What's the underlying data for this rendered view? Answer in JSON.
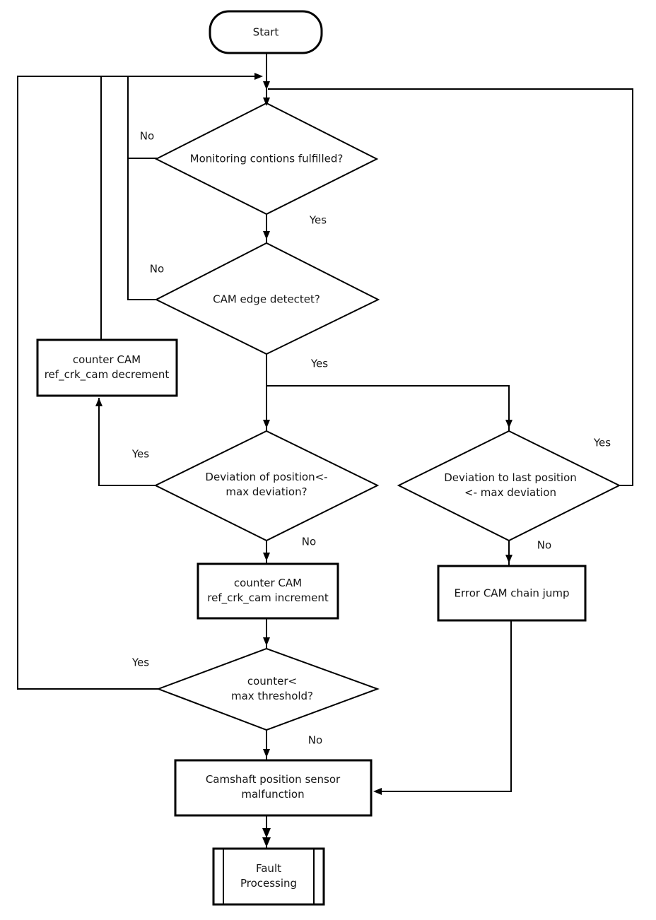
{
  "colors": {
    "line": "#000000",
    "background": "#ffffff"
  },
  "flowchart": {
    "start": {
      "label": "Start"
    },
    "monitoring": {
      "label": "Monitoring contions fulfilled?",
      "no": "No",
      "yes": "Yes"
    },
    "cam_edge": {
      "label": "CAM edge detectet?",
      "no": "No",
      "yes": "Yes"
    },
    "decrement": {
      "line1": "counter CAM",
      "line2": "ref_crk_cam decrement"
    },
    "deviation_pos": {
      "line1": "Deviation of position<-",
      "line2": "max deviation?",
      "yes": "Yes",
      "no": "No"
    },
    "deviation_last": {
      "line1": "Deviation to last position",
      "line2": "<- max deviation",
      "yes": "Yes",
      "no": "No"
    },
    "increment": {
      "line1": "counter CAM",
      "line2": "ref_crk_cam increment"
    },
    "error_jump": {
      "label": "Error CAM chain jump"
    },
    "counter_check": {
      "line1": "counter<",
      "line2": "max threshold?",
      "yes": "Yes",
      "no": "No"
    },
    "malfunction": {
      "line1": "Camshaft position sensor",
      "line2": "malfunction"
    },
    "fault": {
      "line1": "Fault",
      "line2": "Processing"
    }
  }
}
